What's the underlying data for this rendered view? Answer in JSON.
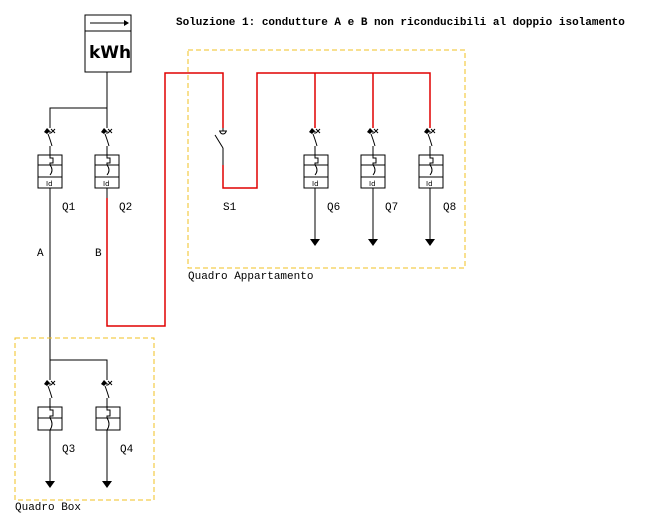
{
  "title": "Soluzione 1: condutture A e B non riconducibili al doppio isolamento",
  "meter": {
    "label": "kWh"
  },
  "colors": {
    "wire": "#000000",
    "red_wire": "#e00000",
    "panel_border": "#f0c020"
  },
  "panels": {
    "appartamento": {
      "label": "Quadro Appartamento"
    },
    "box": {
      "label": "Quadro Box"
    }
  },
  "conductors": {
    "a": "A",
    "b": "B"
  },
  "breakers": {
    "q1": {
      "label": "Q1",
      "type": "differential",
      "id_label": "Id"
    },
    "q2": {
      "label": "Q2",
      "type": "differential",
      "id_label": "Id"
    },
    "q3": {
      "label": "Q3",
      "type": "magnetothermal"
    },
    "q4": {
      "label": "Q4",
      "type": "magnetothermal"
    },
    "q6": {
      "label": "Q6",
      "type": "differential",
      "id_label": "Id"
    },
    "q7": {
      "label": "Q7",
      "type": "differential",
      "id_label": "Id"
    },
    "q8": {
      "label": "Q8",
      "type": "differential",
      "id_label": "Id"
    }
  },
  "switch": {
    "s1": {
      "label": "S1"
    }
  }
}
